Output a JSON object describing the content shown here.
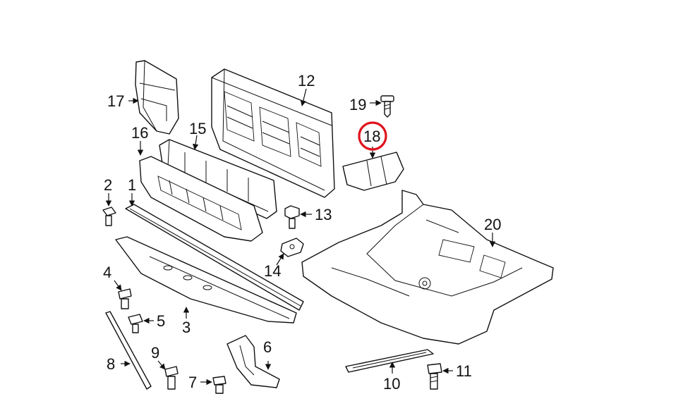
{
  "callouts": {
    "c1": "1",
    "c2": "2",
    "c3": "3",
    "c4": "4",
    "c5": "5",
    "c6": "6",
    "c7": "7",
    "c8": "8",
    "c9": "9",
    "c10": "10",
    "c11": "11",
    "c12": "12",
    "c13": "13",
    "c14": "14",
    "c15": "15",
    "c16": "16",
    "c17": "17",
    "c18": "18",
    "c19": "19",
    "c20": "20"
  },
  "highlighted_callout": "18",
  "colors": {
    "line": "#111111",
    "background": "#ffffff",
    "highlight": "#e0141e"
  }
}
